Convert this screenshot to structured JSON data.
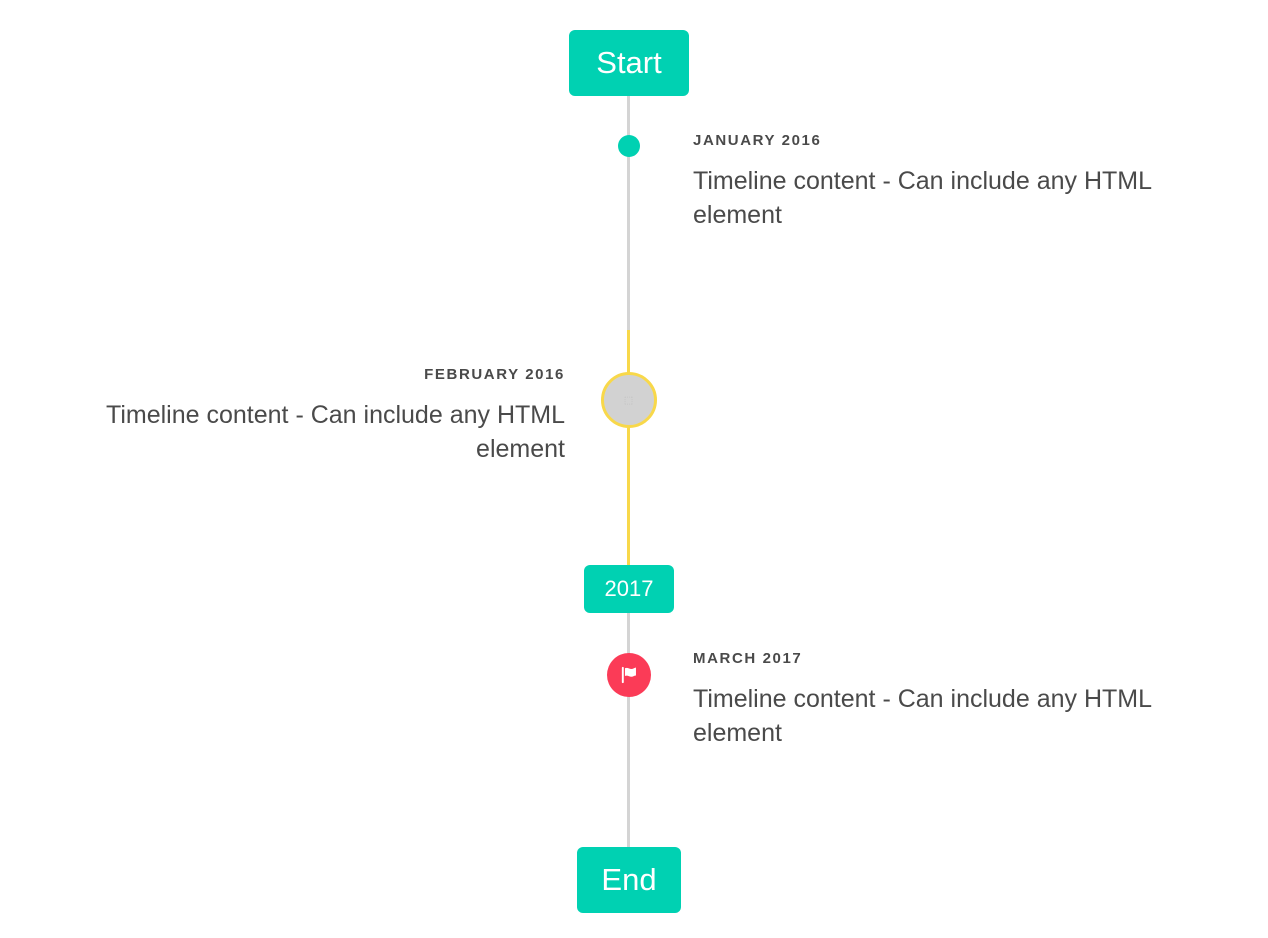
{
  "colors": {
    "accent_teal": "#00d1b2",
    "accent_yellow": "#f8d84a",
    "accent_pink": "#fb3b57",
    "line_grey": "#d4d4d4",
    "text_grey": "#4a4a4a",
    "marker_grey": "#d2d2d2"
  },
  "timeline": {
    "start_label": "Start",
    "end_label": "End",
    "year_label": "2017",
    "entries": [
      {
        "date": "JANUARY 2016",
        "body": "Timeline content - Can include any HTML element",
        "side": "right",
        "marker": "dot-icon"
      },
      {
        "date": "FEBRUARY 2016",
        "body": "Timeline content - Can include any HTML element",
        "side": "left",
        "marker": "placeholder-glyph-icon",
        "glyph": "⬚"
      },
      {
        "date": "MARCH 2017",
        "body": "Timeline content - Can include any HTML element",
        "side": "right",
        "marker": "flag-icon"
      }
    ]
  }
}
